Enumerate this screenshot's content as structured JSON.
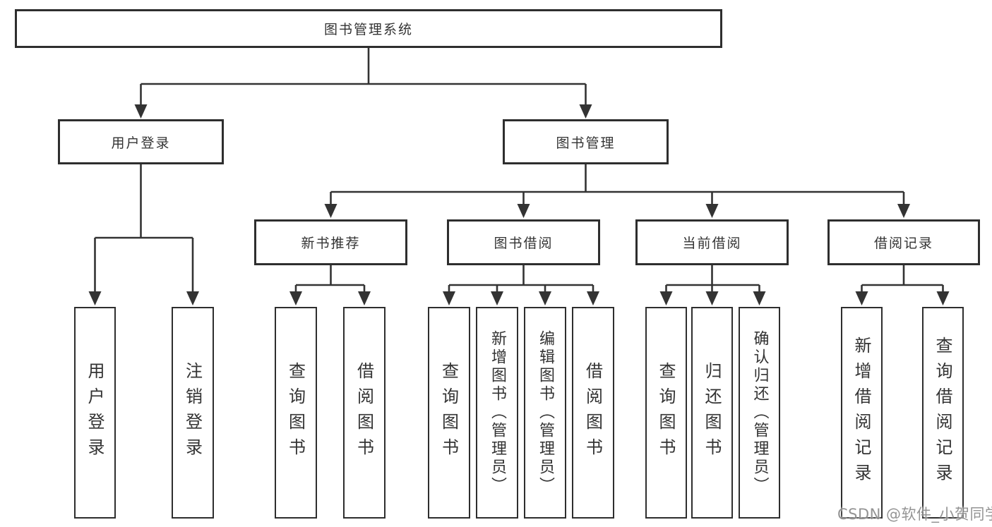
{
  "watermark": {
    "text": "CSDN @软件_小贺同学"
  },
  "colors": {
    "line": "#333333",
    "border": "#2e2e2e",
    "text": "#333333",
    "watermark": "#7d7d7d",
    "background": "#ffffff"
  },
  "tree": {
    "root": {
      "label": "图书管理系统"
    },
    "branches": [
      {
        "label": "用户登录",
        "children": [
          {
            "label": "用户登录"
          },
          {
            "label": "注销登录"
          }
        ]
      },
      {
        "label": "图书管理",
        "children": [
          {
            "label": "新书推荐",
            "children": [
              {
                "label": "查询图书"
              },
              {
                "label": "借阅图书"
              }
            ]
          },
          {
            "label": "图书借阅",
            "children": [
              {
                "label": "查询图书"
              },
              {
                "label": "新增图书（管理员）"
              },
              {
                "label": "编辑图书（管理员）"
              },
              {
                "label": "借阅图书"
              }
            ]
          },
          {
            "label": "当前借阅",
            "children": [
              {
                "label": "查询图书"
              },
              {
                "label": "归还图书"
              },
              {
                "label": "确认归还（管理员）"
              }
            ]
          },
          {
            "label": "借阅记录",
            "children": [
              {
                "label": "新增借阅记录"
              },
              {
                "label": "查询借阅记录"
              }
            ]
          }
        ]
      }
    ]
  }
}
